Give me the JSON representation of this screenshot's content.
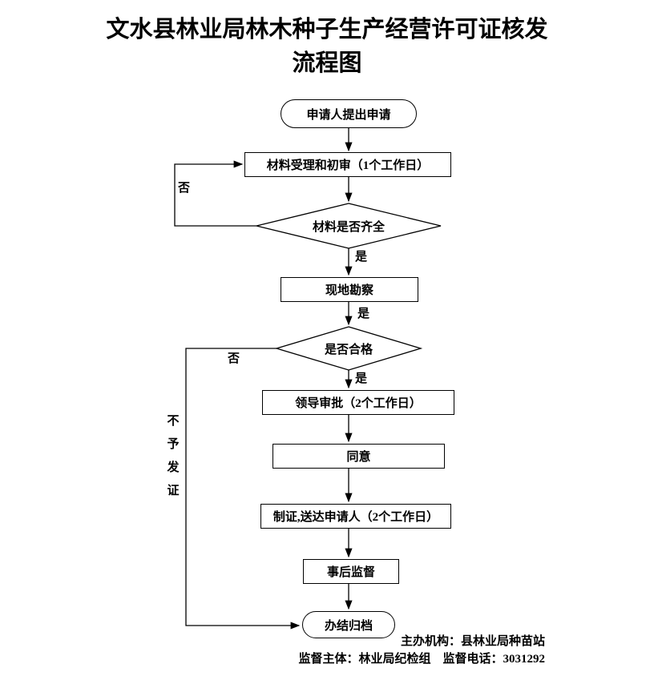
{
  "title": {
    "line1": "文水县林业局林木种子生产经营许可证核发",
    "line2": "流程图"
  },
  "nodes": {
    "start": "申请人提出申请",
    "review": "材料受理和初审（1个工作日）",
    "check_complete": "材料是否齐全",
    "site_survey": "现地勘察",
    "check_qualified": "是否合格",
    "leader_approval": "领导审批（2个工作日）",
    "agree": "同意",
    "issue_deliver": "制证,送达申请人（2个工作日）",
    "post_supervision": "事后监督",
    "archive": "办结归档"
  },
  "labels": {
    "yes1": "是",
    "yes2": "是",
    "yes3": "是",
    "no1": "否",
    "no2": "否",
    "no_license": "不予发证"
  },
  "footer": {
    "line1": "主办机构：县林业局种苗站",
    "line2": "监督主体：林业局纪检组　监督电话：3031292"
  },
  "colors": {
    "stroke": "#000000",
    "background": "#ffffff"
  }
}
